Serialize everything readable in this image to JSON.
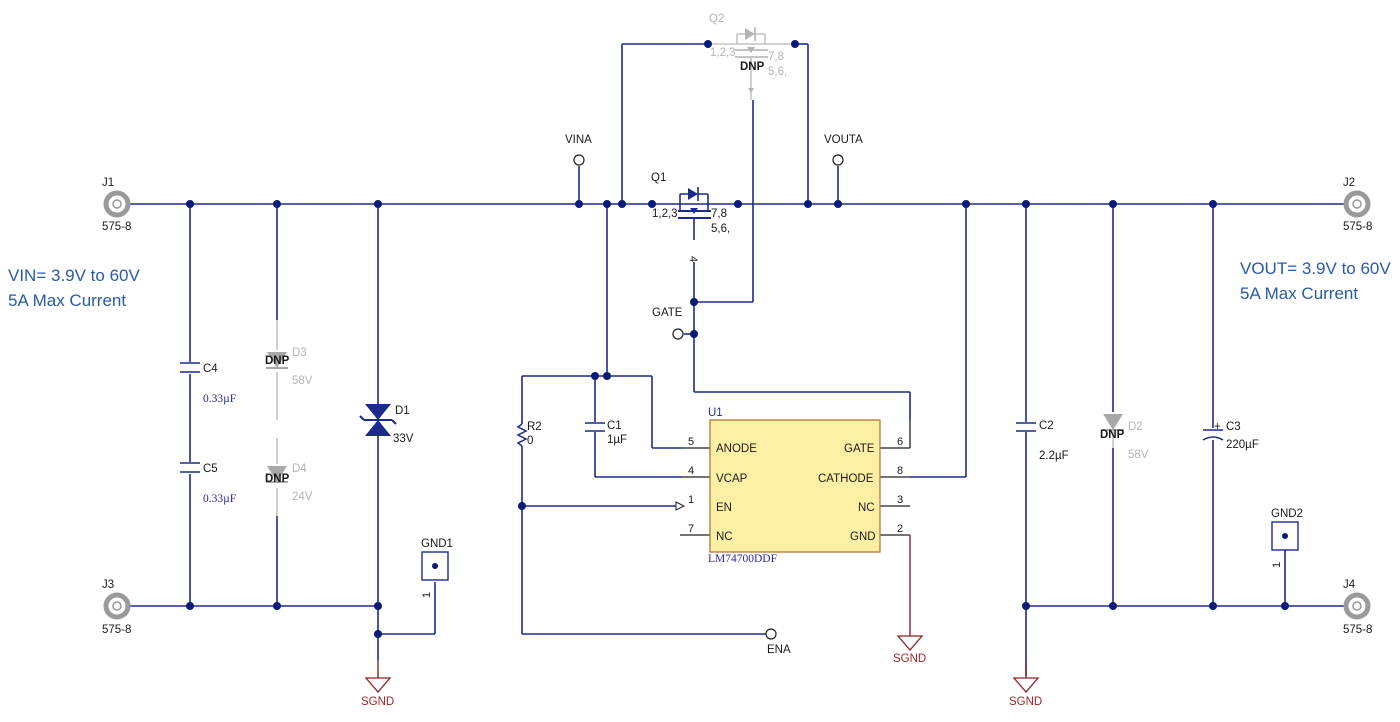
{
  "connectors": {
    "j1": {
      "ref": "J1",
      "part": "575-8"
    },
    "j2": {
      "ref": "J2",
      "part": "575-8"
    },
    "j3": {
      "ref": "J3",
      "part": "575-8"
    },
    "j4": {
      "ref": "J4",
      "part": "575-8"
    }
  },
  "notes": {
    "vin_line1": "VIN= 3.9V to 60V",
    "vin_line2": "5A Max Current",
    "vout_line1": "VOUT= 3.9V to 60V",
    "vout_line2": "5A Max Current"
  },
  "testpoints": {
    "vina": "VINA",
    "vouta": "VOUTA",
    "gate": "GATE",
    "ena": "ENA",
    "gnd1": "GND1",
    "gnd1_pin": "1",
    "gnd2": "GND2",
    "gnd2_pin": "1"
  },
  "components": {
    "c4": {
      "ref": "C4",
      "value": "0.33µF"
    },
    "c5": {
      "ref": "C5",
      "value": "0.33µF"
    },
    "d3": {
      "ref": "D3",
      "value": "58V",
      "dnp": "DNP"
    },
    "d4": {
      "ref": "D4",
      "value": "24V",
      "dnp": "DNP"
    },
    "d1": {
      "ref": "D1",
      "value": "33V"
    },
    "r2": {
      "ref": "R2",
      "value": "0"
    },
    "c1": {
      "ref": "C1",
      "value": "1µF"
    },
    "c2": {
      "ref": "C2",
      "value": "2.2µF"
    },
    "d2": {
      "ref": "D2",
      "value": "58V",
      "dnp": "DNP"
    },
    "c3": {
      "ref": "C3",
      "value": "220µF",
      "polarity": "+"
    },
    "q1": {
      "ref": "Q1",
      "src_pins": "1,2,3",
      "drain_pins_a": "7,8",
      "drain_pins_b": "5,6,",
      "gate_pin": "4"
    },
    "q2": {
      "ref": "Q2",
      "src_pins": "1,2,3",
      "drain_pins_a": "7,8",
      "drain_pins_b": "5,6,",
      "dnp": "DNP"
    }
  },
  "ic": {
    "ref": "U1",
    "part": "LM74700DDF",
    "pins": [
      {
        "num": "5",
        "name": "ANODE"
      },
      {
        "num": "4",
        "name": "VCAP"
      },
      {
        "num": "1",
        "name": "EN"
      },
      {
        "num": "7",
        "name": "NC"
      },
      {
        "num": "6",
        "name": "GATE"
      },
      {
        "num": "8",
        "name": "CATHODE"
      },
      {
        "num": "3",
        "name": "NC"
      },
      {
        "num": "2",
        "name": "GND"
      }
    ]
  },
  "grounds": {
    "label": "SGND"
  }
}
